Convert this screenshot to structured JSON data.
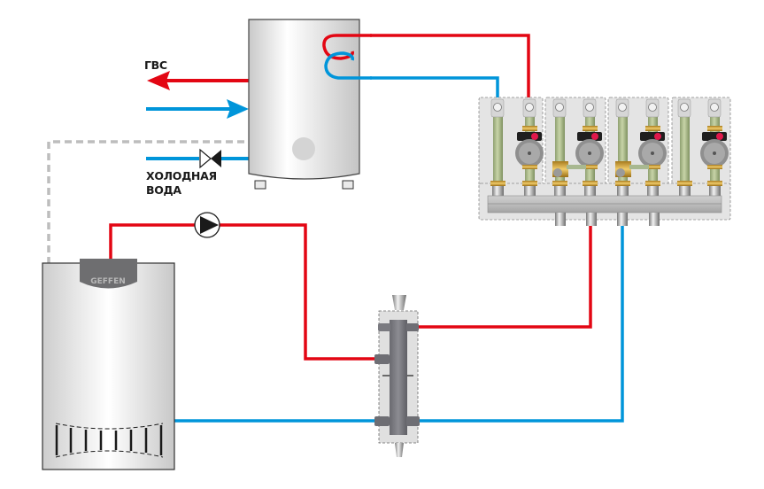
{
  "diagram": {
    "title": "Heating system scheme with indirect water heater, hydraulic separator and pump manifold",
    "labels": {
      "hot_water": "ГВС",
      "cold_water_line1": "ХОЛОДНАЯ",
      "cold_water_line2": "ВОДА",
      "boiler_brand": "GEFFEN"
    },
    "colors": {
      "supply_hot": "#e30613",
      "return_cold": "#0095da",
      "control_dashed": "#bdbdbd",
      "equipment_grey": "#d9d9d9",
      "outline": "#333333"
    },
    "components": [
      {
        "name": "boiler",
        "label": "GEFFEN"
      },
      {
        "name": "indirect-water-heater"
      },
      {
        "name": "circulation-pump"
      },
      {
        "name": "hydraulic-separator"
      },
      {
        "name": "distribution-manifold",
        "modules": 4
      },
      {
        "name": "shutoff-valve"
      }
    ],
    "manifold": {
      "module_count": 4,
      "modules": [
        {
          "type": "direct"
        },
        {
          "type": "mixing"
        },
        {
          "type": "mixing"
        },
        {
          "type": "direct"
        }
      ]
    }
  }
}
